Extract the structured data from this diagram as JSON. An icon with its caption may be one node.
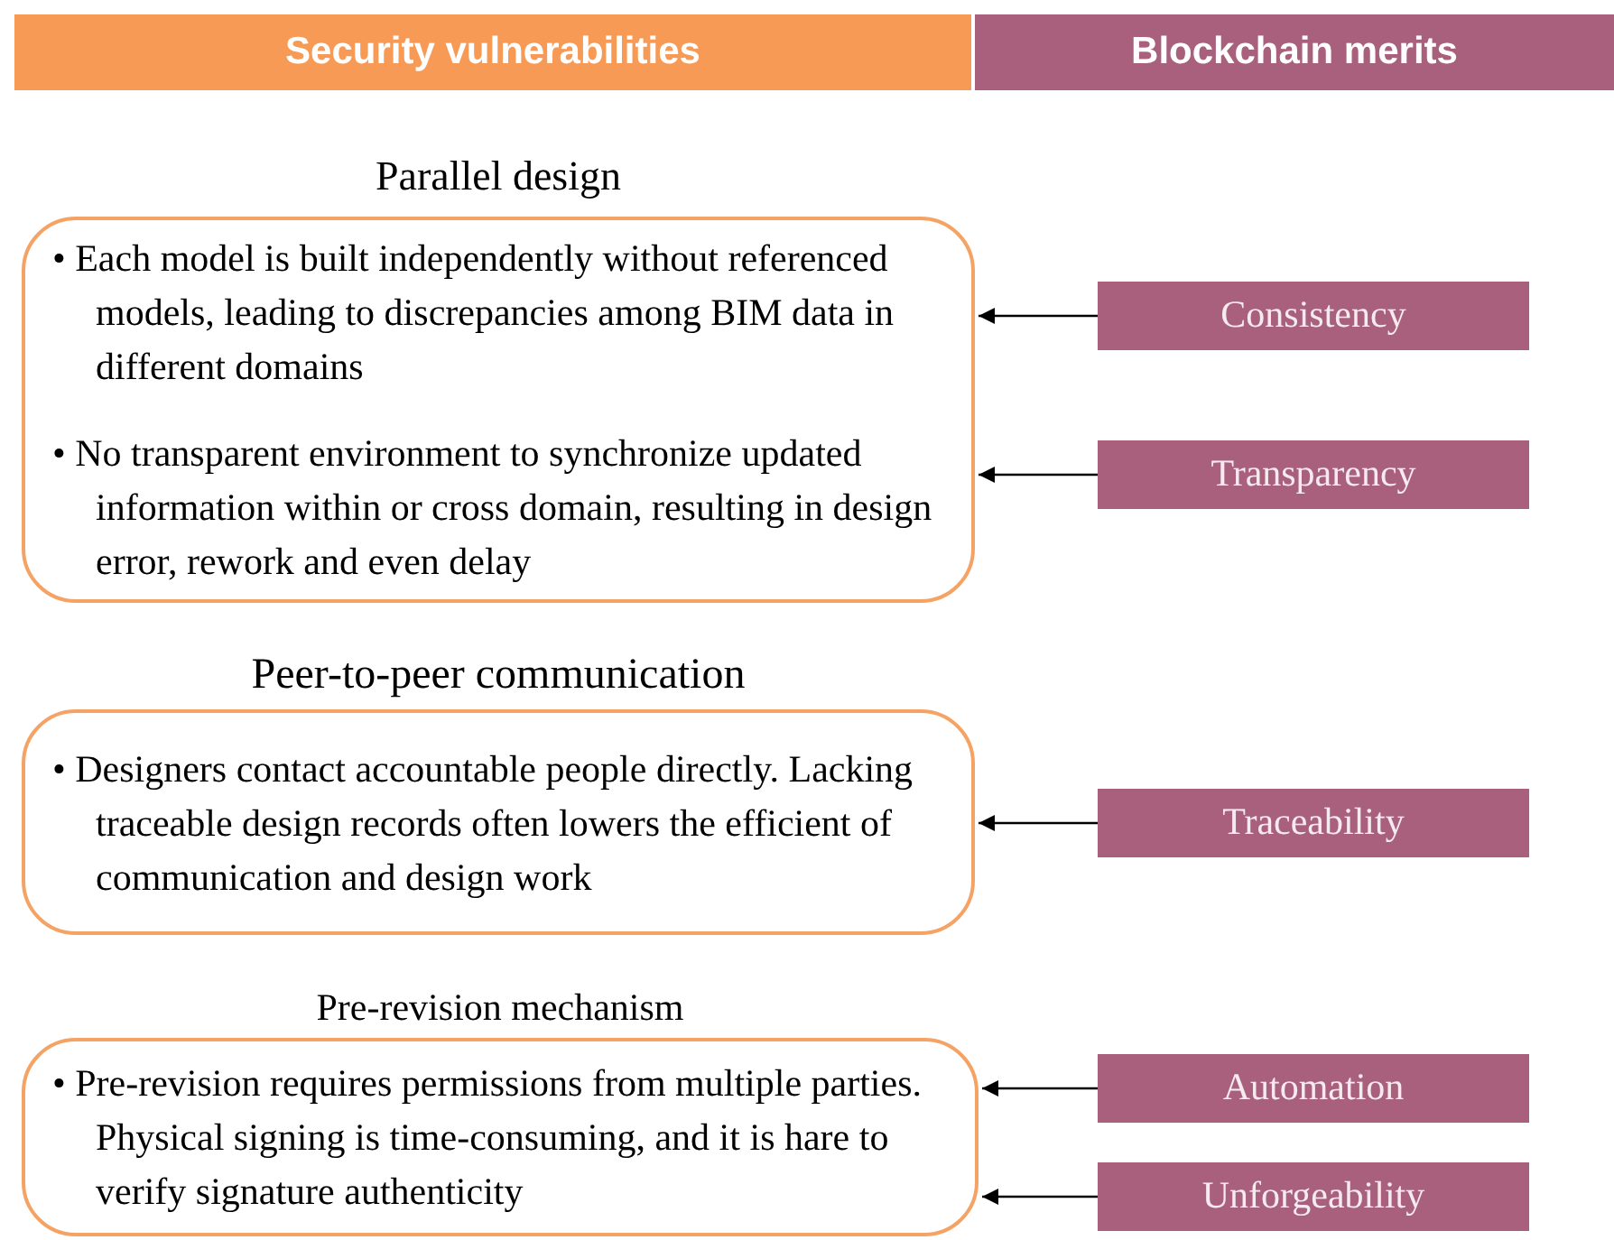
{
  "diagram": {
    "nodes": [
      {
        "text": [
          "Security vulnerabilities"
        ]
      },
      {
        "text": [
          "Blockchain merits"
        ]
      },
      {
        "text": [
          "Parallel design",
          "• Each model is built independently without referenced models, leading to discrepancies among BIM data in different domains",
          "• No transparent environment to synchronize updated information within or cross domain, resulting in design error, rework and even delay"
        ]
      },
      {
        "text": [
          "Consistency"
        ]
      },
      {
        "text": [
          "Transparency"
        ]
      },
      {
        "text": [
          "Peer-to-peer communication",
          "• Designers contact accountable people directly. Lacking traceable design records often lowers the efficient of communication and design work"
        ]
      },
      {
        "text": [
          "Traceability"
        ]
      },
      {
        "text": [
          "Pre-revision mechanism",
          "• Pre-revision requires permissions from multiple parties. Physical signing is time-consuming, and it is hare to verify signature authenticity"
        ]
      },
      {
        "text": [
          "Automation"
        ]
      },
      {
        "text": [
          "Unforgeability"
        ]
      }
    ],
    "edges": [
      {
        "from": 3,
        "to": 2,
        "arrow": "to"
      },
      {
        "from": 4,
        "to": 2,
        "arrow": "to"
      },
      {
        "from": 6,
        "to": 5,
        "arrow": "to"
      },
      {
        "from": 8,
        "to": 7,
        "arrow": "to"
      },
      {
        "from": 9,
        "to": 7,
        "arrow": "to"
      }
    ]
  }
}
